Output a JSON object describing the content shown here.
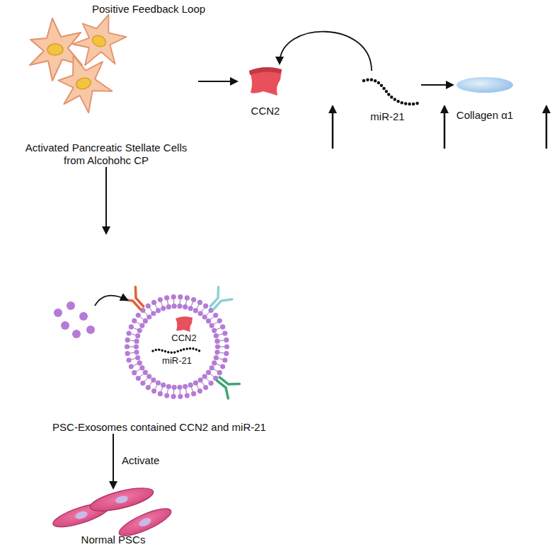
{
  "diagram": {
    "nodes": [
      {
        "text": [
          "Activated Pancreatic Stellate Cells from Alcohohc CP"
        ]
      },
      {
        "text": [
          "CCN2"
        ]
      },
      {
        "text": [
          "miR-21"
        ]
      },
      {
        "text": [
          "Collagen α1"
        ]
      },
      {
        "text": [
          "CCN2",
          "miR-21",
          "PSC-Exosomes contained CCN2 and miR-21"
        ]
      },
      {
        "text": [
          "Normal PSCs"
        ]
      }
    ],
    "edges": [
      {
        "from": 0,
        "to": 1,
        "arrow": "to"
      },
      {
        "from": 2,
        "to": 1,
        "arrow": "to",
        "label": "Positive Feedback Loop"
      },
      {
        "from": 2,
        "to": 3,
        "arrow": "to"
      },
      {
        "from": 0,
        "to": 4,
        "arrow": "to"
      },
      {
        "from": 4,
        "to": 5,
        "arrow": "to",
        "label": "Activate"
      }
    ]
  }
}
